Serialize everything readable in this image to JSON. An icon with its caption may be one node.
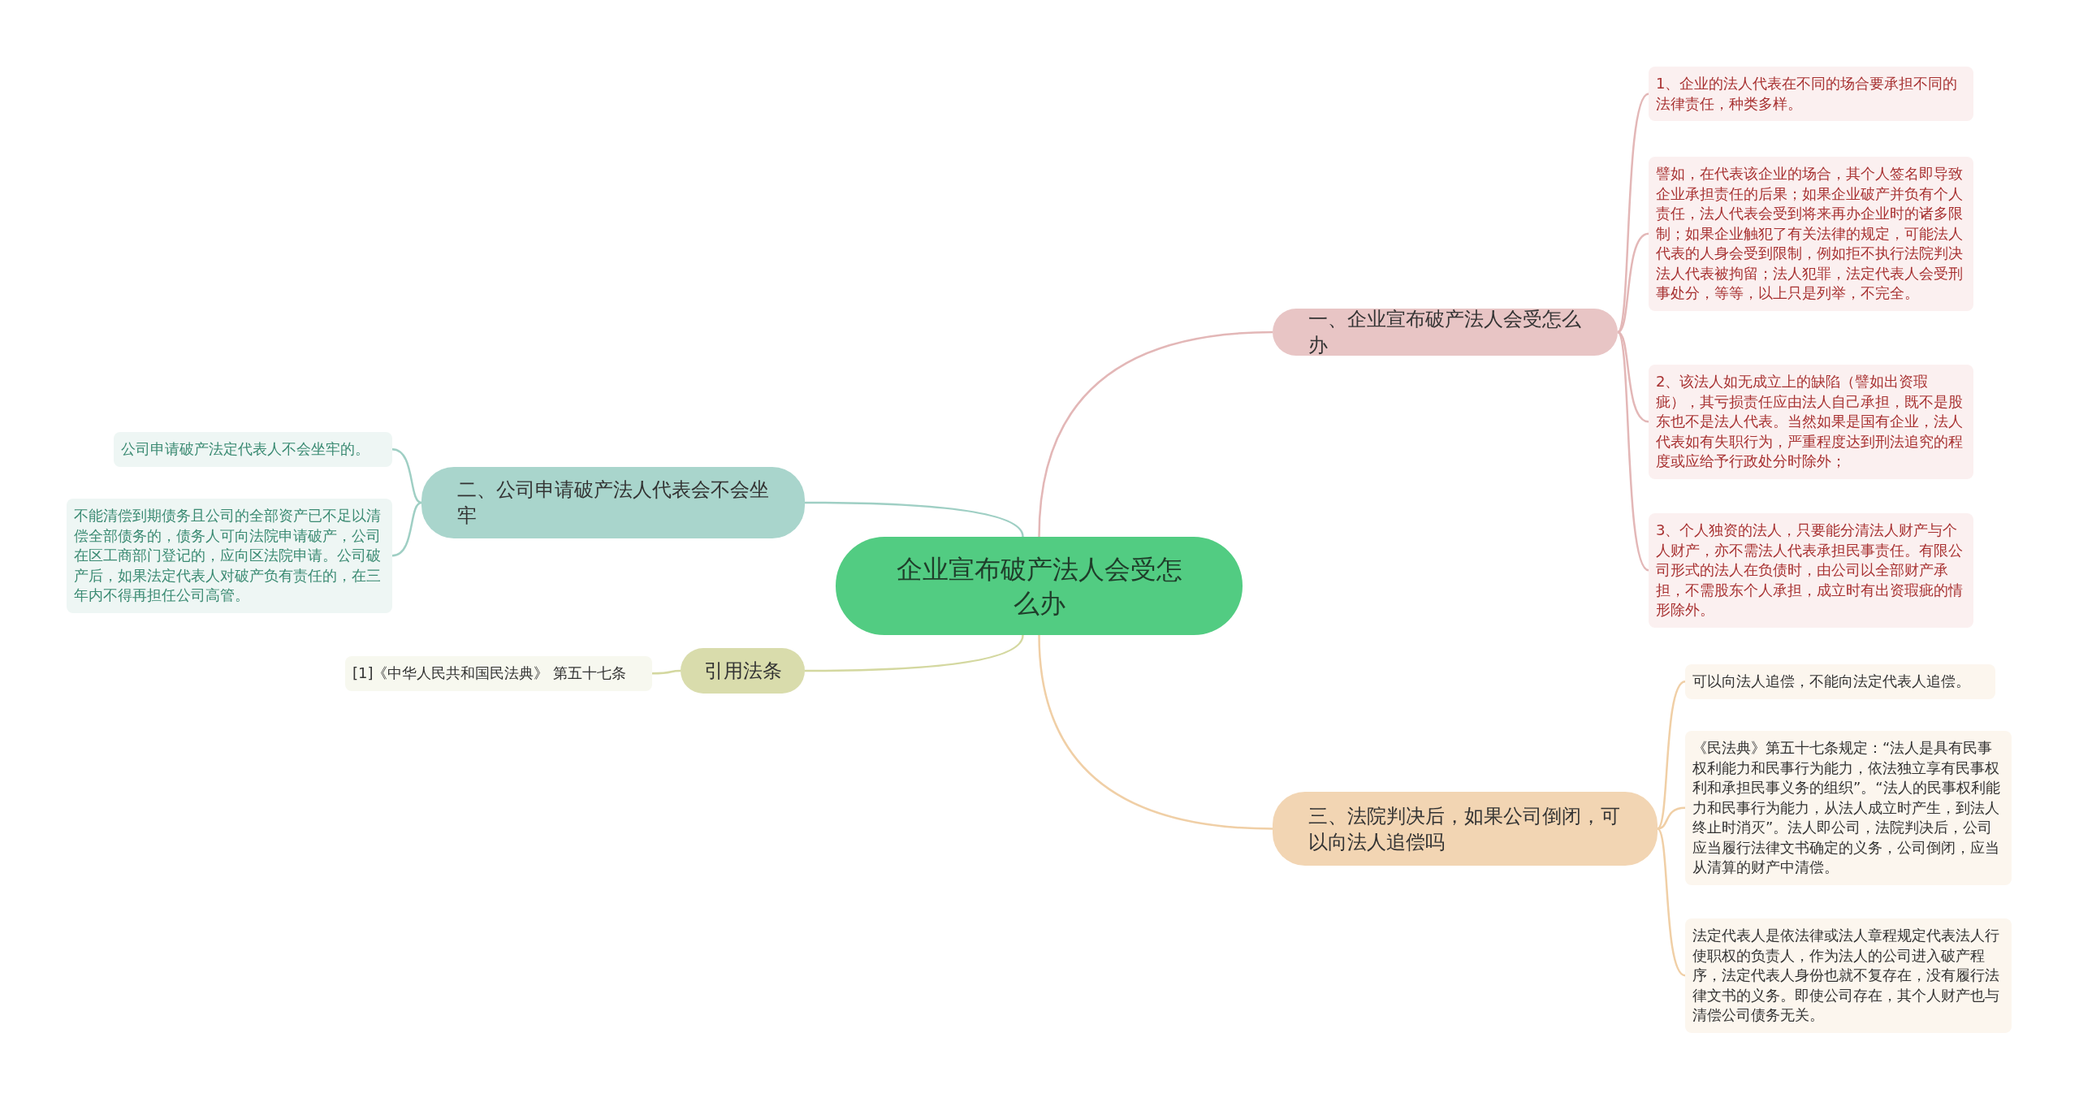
{
  "diagram": {
    "nodes": [
      {
        "text": [
          "企业宣布破产法人会受怎么办"
        ]
      },
      {
        "text": [
          "一、企业宣布破产法人会受怎么办"
        ]
      },
      {
        "text": [
          "1、企业的法人代表在不同的场合要承担不同的法律责任，种类多样。"
        ]
      },
      {
        "text": [
          "譬如，在代表该企业的场合，其个人签名即导致企业承担责任的后果；如果企业破产并负有个人责任，法人代表会受到将来再办企业时的诸多限制；如果企业触犯了有关法律的规定，可能法人代表的人身会受到限制，例如拒不执行法院判决法人代表被拘留；法人犯罪，法定代表人会受刑事处分，等等，以上只是列举，不完全。"
        ]
      },
      {
        "text": [
          "2、该法人如无成立上的缺陷（譬如出资瑕疵），其亏损责任应由法人自己承担，既不是股东也不是法人代表。当然如果是国有企业，法人代表如有失职行为，严重程度达到刑法追究的程度或应给予行政处分时除外；"
        ]
      },
      {
        "text": [
          "3、个人独资的法人，只要能分清法人财产与个人财产，亦不需法人代表承担民事责任。有限公司形式的法人在负债时，由公司以全部财产承担，不需股东个人承担，成立时有出资瑕疵的情形除外。"
        ]
      },
      {
        "text": [
          "二、公司申请破产法人代表会不会坐牢"
        ]
      },
      {
        "text": [
          "公司申请破产法定代表人不会坐牢的。"
        ]
      },
      {
        "text": [
          "不能清偿到期债务且公司的全部资产已不足以清偿全部债务的，债务人可向法院申请破产，公司在区工商部门登记的，应向区法院申请。公司破产后，如果法定代表人对破产负有责任的，在三年内不得再担任公司高管。"
        ]
      },
      {
        "text": [
          "引用法条"
        ]
      },
      {
        "text": [
          "[1]《中华人民共和国民法典》 第五十七条"
        ]
      },
      {
        "text": [
          "三、法院判决后，如果公司倒闭，可以向法人追偿吗"
        ]
      },
      {
        "text": [
          "可以向法人追偿，不能向法定代表人追偿。"
        ]
      },
      {
        "text": [
          "《民法典》第五十七条规定：“法人是具有民事权利能力和民事行为能力，依法独立享有民事权利和承担民事义务的组织”。“法人的民事权利能力和民事行为能力，从法人成立时产生，到法人终止时消灭”。法人即公司，法院判决后，公司应当履行法律文书确定的义务，公司倒闭，应当从清算的财产中清偿。"
        ]
      },
      {
        "text": [
          "法定代表人是依法律或法人章程规定代表法人行使职权的负责人，作为法人的公司进入破产程序，法定代表人身份也就不复存在，没有履行法律文书的义务。即使公司存在，其个人财产也与清偿公司债务无关。"
        ]
      }
    ],
    "edges": [
      {
        "from": 0,
        "to": 1,
        "arrow": "none",
        "color": "#e3b7b7"
      },
      {
        "from": 1,
        "to": 2,
        "arrow": "none",
        "color": "#e3b7b7"
      },
      {
        "from": 1,
        "to": 3,
        "arrow": "none",
        "color": "#e3b7b7"
      },
      {
        "from": 1,
        "to": 4,
        "arrow": "none",
        "color": "#e3b7b7"
      },
      {
        "from": 1,
        "to": 5,
        "arrow": "none",
        "color": "#e3b7b7"
      },
      {
        "from": 0,
        "to": 6,
        "arrow": "none",
        "color": "#9fcfc4"
      },
      {
        "from": 6,
        "to": 7,
        "arrow": "none",
        "color": "#9fcfc4"
      },
      {
        "from": 6,
        "to": 8,
        "arrow": "none",
        "color": "#9fcfc4"
      },
      {
        "from": 0,
        "to": 9,
        "arrow": "none",
        "color": "#d4d8a0"
      },
      {
        "from": 9,
        "to": 10,
        "arrow": "none",
        "color": "#d4d8a0"
      },
      {
        "from": 0,
        "to": 11,
        "arrow": "none",
        "color": "#f0cfa6"
      },
      {
        "from": 11,
        "to": 12,
        "arrow": "none",
        "color": "#f0cfa6"
      },
      {
        "from": 11,
        "to": 13,
        "arrow": "none",
        "color": "#f0cfa6"
      },
      {
        "from": 11,
        "to": 14,
        "arrow": "none",
        "color": "#f0cfa6"
      }
    ]
  }
}
